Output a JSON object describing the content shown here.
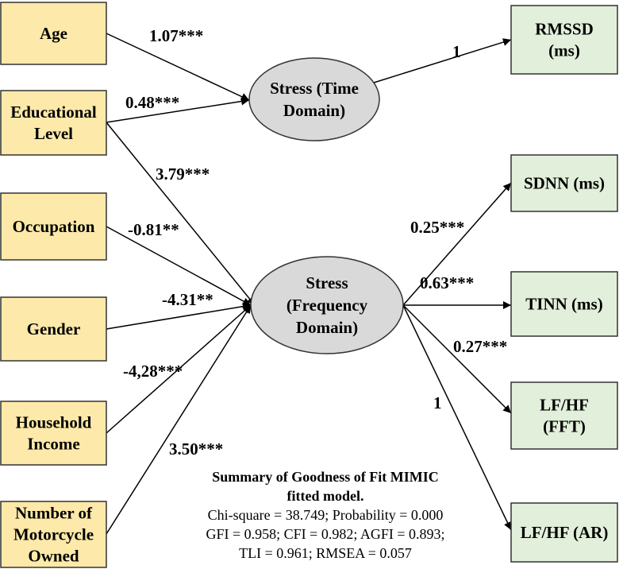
{
  "causes": [
    {
      "id": "age",
      "lines": [
        "Age"
      ]
    },
    {
      "id": "education",
      "lines": [
        "Educational",
        "Level"
      ]
    },
    {
      "id": "occupation",
      "lines": [
        "Occupation"
      ]
    },
    {
      "id": "gender",
      "lines": [
        "Gender"
      ]
    },
    {
      "id": "income",
      "lines": [
        "Household",
        "Income"
      ]
    },
    {
      "id": "motorcycle",
      "lines": [
        "Number of",
        "Motorcycle",
        "Owned"
      ]
    }
  ],
  "latents": [
    {
      "id": "time",
      "lines": [
        "Stress (Time",
        "Domain)"
      ]
    },
    {
      "id": "freq",
      "lines": [
        "Stress",
        "(Frequency",
        "Domain)"
      ]
    }
  ],
  "indicators": [
    {
      "id": "rmssd",
      "lines": [
        "RMSSD",
        "(ms)"
      ]
    },
    {
      "id": "sdnn",
      "lines": [
        "SDNN (ms)"
      ]
    },
    {
      "id": "tinn",
      "lines": [
        "TINN (ms)"
      ]
    },
    {
      "id": "lfhf_fft",
      "lines": [
        "LF/HF",
        "(FFT)"
      ]
    },
    {
      "id": "lfhf_ar",
      "lines": [
        "LF/HF (AR)"
      ]
    }
  ],
  "paths": [
    {
      "from": "age",
      "to": "time",
      "coef": "1.07***"
    },
    {
      "from": "education",
      "to": "time",
      "coef": "0.48***"
    },
    {
      "from": "education",
      "to": "freq",
      "coef": "3.79***"
    },
    {
      "from": "occupation",
      "to": "freq",
      "coef": "-0.81**"
    },
    {
      "from": "gender",
      "to": "freq",
      "coef": "-4.31**"
    },
    {
      "from": "income",
      "to": "freq",
      "coef": "-4,28***"
    },
    {
      "from": "motorcycle",
      "to": "freq",
      "coef": "3.50***"
    },
    {
      "from": "time",
      "to": "rmssd",
      "coef": "1"
    },
    {
      "from": "freq",
      "to": "sdnn",
      "coef": "0.25***"
    },
    {
      "from": "freq",
      "to": "tinn",
      "coef": "0.63***"
    },
    {
      "from": "freq",
      "to": "lfhf_fft",
      "coef": "0.27***"
    },
    {
      "from": "freq",
      "to": "lfhf_ar",
      "coef": "1"
    }
  ],
  "summary": {
    "title_lines": [
      "Summary of Goodness of Fit MIMIC",
      "fitted model."
    ],
    "lines": [
      "Chi-square = 38.749; Probability = 0.000",
      "GFI = 0.958; CFI = 0.982; AGFI = 0.893;",
      "TLI = 0.961; RMSEA = 0.057"
    ]
  }
}
